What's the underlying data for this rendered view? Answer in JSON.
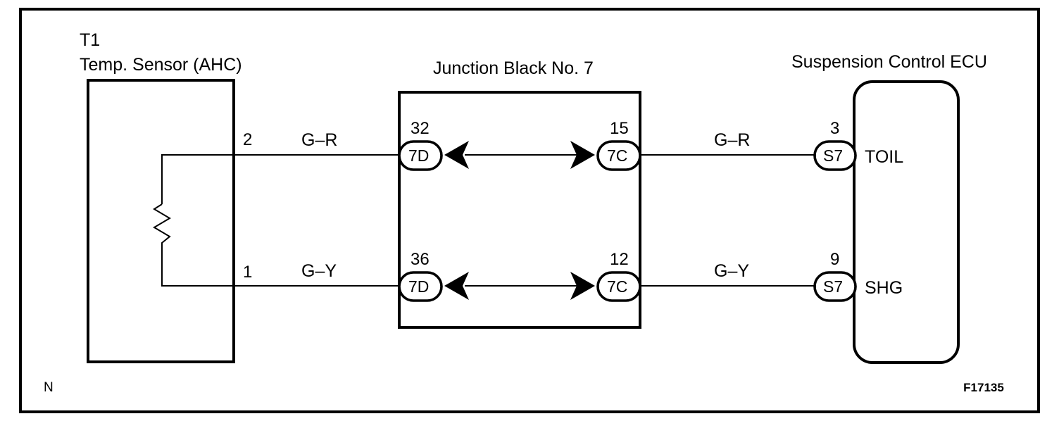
{
  "figure": {
    "code": "F17135",
    "note_mark": "N",
    "background": "#ffffff",
    "ink": "#000000"
  },
  "components": [
    {
      "id": "temp-sensor",
      "ref": "T1",
      "name": "Temp. Sensor (AHC)",
      "symbol": "resistor",
      "pins": [
        {
          "number": "2",
          "row": "top"
        },
        {
          "number": "1",
          "row": "bottom"
        }
      ]
    },
    {
      "id": "junction-block",
      "name": "Junction Black No. 7",
      "connectors": [
        {
          "pin": "32",
          "code": "7D",
          "side": "left",
          "row": "top"
        },
        {
          "pin": "15",
          "code": "7C",
          "side": "right",
          "row": "top"
        },
        {
          "pin": "36",
          "code": "7D",
          "side": "left",
          "row": "bottom"
        },
        {
          "pin": "12",
          "code": "7C",
          "side": "right",
          "row": "bottom"
        }
      ]
    },
    {
      "id": "suspension-ecu",
      "name": "Suspension Control ECU",
      "terminals": [
        {
          "pin": "3",
          "code": "S7",
          "label": "TOIL",
          "row": "top"
        },
        {
          "pin": "9",
          "code": "S7",
          "label": "SHG",
          "row": "bottom"
        }
      ]
    }
  ],
  "wires": [
    {
      "id": "w-top-left",
      "color_code": "G–R",
      "row": "top",
      "from": "T1 pin 2",
      "to": "7D pin 32"
    },
    {
      "id": "w-top-right",
      "color_code": "G–R",
      "row": "top",
      "from": "7C pin 15",
      "to": "S7 pin 3"
    },
    {
      "id": "w-bot-left",
      "color_code": "G–Y",
      "row": "bottom",
      "from": "T1 pin 1",
      "to": "7D pin 36"
    },
    {
      "id": "w-bot-right",
      "color_code": "G–Y",
      "row": "bottom",
      "from": "7C pin 12",
      "to": "S7 pin 9"
    }
  ]
}
